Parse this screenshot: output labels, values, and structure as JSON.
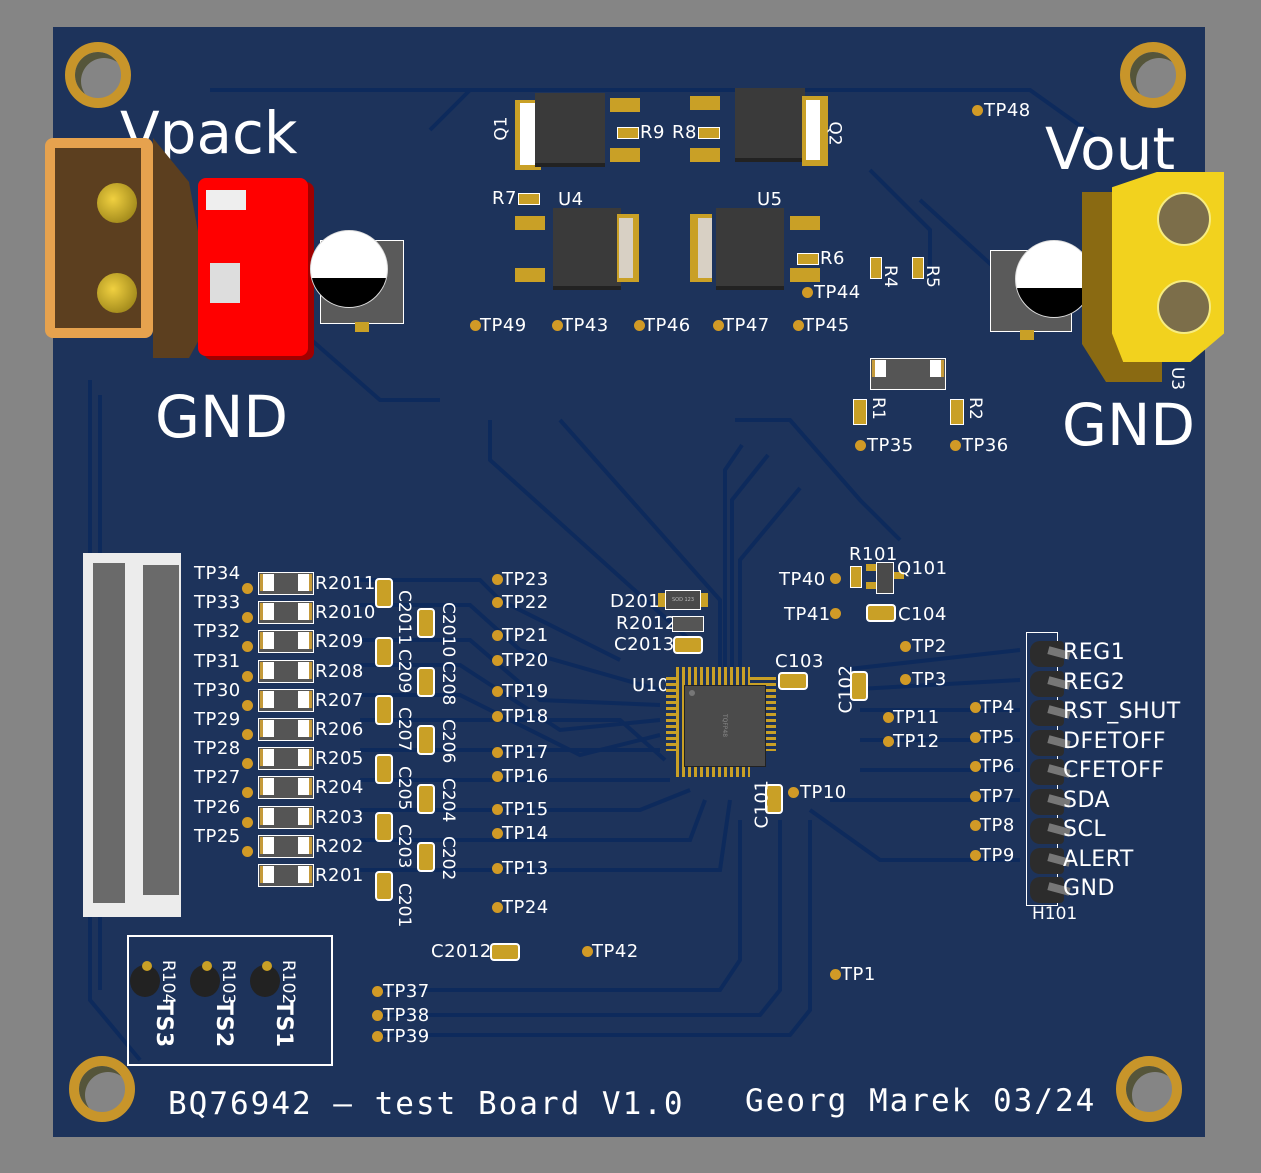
{
  "board": {
    "colors": {
      "background": "#858585",
      "pcb": "#1d335b",
      "pad": "#c9a026",
      "silkscreen": "#ffffff",
      "trace": "#0d2a5c"
    },
    "title": "BQ76942 — test Board V1.0",
    "author_date": "Georg Marek 03/24"
  },
  "power": {
    "vpack_label": "Vpack",
    "vpack_gnd_label": "GND",
    "vout_label": "Vout",
    "vout_gnd_label": "GND",
    "vout_connector_ref": "U3"
  },
  "top_parts": {
    "q1": "Q1",
    "q2": "Q2",
    "r9": "R9",
    "r8": "R8",
    "r7": "R7",
    "r6": "R6",
    "u4": "U4",
    "u5": "U5",
    "r4": "R4",
    "r5": "R5",
    "r1": "R1",
    "r2": "R2"
  },
  "top_tps": [
    "TP49",
    "TP43",
    "TP46",
    "TP47",
    "TP45"
  ],
  "tp44": "TP44",
  "tp48": "TP48",
  "tp35": "TP35",
  "tp36": "TP36",
  "cell_tps": [
    "TP34",
    "TP33",
    "TP32",
    "TP31",
    "TP30",
    "TP29",
    "TP28",
    "TP27",
    "TP26",
    "TP25"
  ],
  "cell_resistors": [
    "R2011",
    "R2010",
    "R209",
    "R208",
    "R207",
    "R206",
    "R205",
    "R204",
    "R203",
    "R202",
    "R201"
  ],
  "caps_left": [
    "C2011",
    "C209",
    "C207",
    "C205",
    "C203",
    "C201"
  ],
  "caps_right": [
    "C2010",
    "C208",
    "C206",
    "C204",
    "C202"
  ],
  "mid_tps": [
    "TP23",
    "TP22",
    "TP21",
    "TP20",
    "TP19",
    "TP18",
    "TP17",
    "TP16",
    "TP15",
    "TP14",
    "TP13",
    "TP24"
  ],
  "ic_area": {
    "d201": "D201",
    "d201_marking": "SOD 123",
    "r2012": "R2012",
    "c2013": "C2013",
    "u101": "U101",
    "u101_package": "TQFP48",
    "c103": "C103",
    "c102": "C102",
    "c101": "C101",
    "c104": "C104",
    "r101": "R101",
    "q101": "Q101",
    "tp40": "TP40",
    "tp41": "TP41",
    "tp2": "TP2",
    "tp3": "TP3",
    "tp11": "TP11",
    "tp12": "TP12",
    "tp10": "TP10"
  },
  "header": {
    "ref": "H101",
    "pins": [
      "REG1",
      "REG2",
      "RST_SHUT",
      "DFETOFF",
      "CFETOFF",
      "SDA",
      "SCL",
      "ALERT",
      "GND"
    ],
    "tps": [
      "TP4",
      "TP5",
      "TP6",
      "TP7",
      "TP8",
      "TP9"
    ]
  },
  "bottom": {
    "c2012": "C2012",
    "tp42": "TP42",
    "tp1": "TP1",
    "tp37": "TP37",
    "tp38": "TP38",
    "tp39": "TP39",
    "thermistors": [
      {
        "ref": "R104",
        "label": "TS3"
      },
      {
        "ref": "R103",
        "label": "TS2"
      },
      {
        "ref": "R102",
        "label": "TS1"
      }
    ]
  }
}
